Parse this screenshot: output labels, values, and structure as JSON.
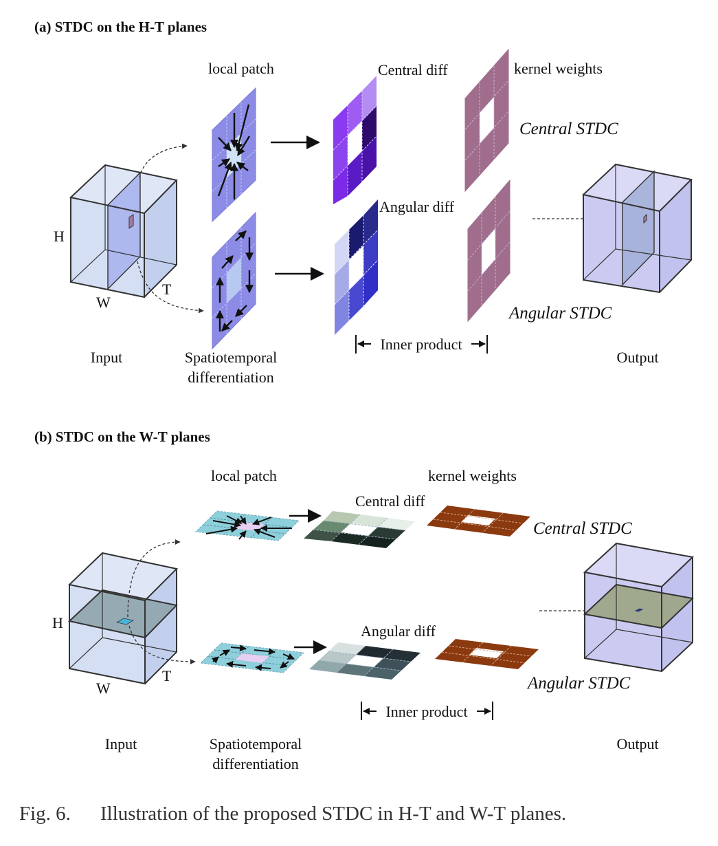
{
  "panel_a": {
    "heading": "(a) STDC on the H-T planes",
    "local_patch": "local patch",
    "central_diff": "Central diff",
    "kernel_weights": "kernel weights",
    "central_stdc": "Central STDC",
    "angular_diff": "Angular diff",
    "angular_stdc": "Angular STDC",
    "inner_product": "Inner product",
    "input": "Input",
    "spatiotemporal_line1": "Spatiotemporal",
    "spatiotemporal_line2": "differentiation",
    "output": "Output",
    "axis_h": "H",
    "axis_w": "W",
    "axis_t": "T"
  },
  "panel_b": {
    "heading": "(b) STDC on the W-T planes",
    "local_patch": "local patch",
    "kernel_weights": "kernel weights",
    "central_diff": "Central diff",
    "central_stdc": "Central STDC",
    "angular_diff": "Angular diff",
    "angular_stdc": "Angular STDC",
    "inner_product": "Inner product",
    "input": "Input",
    "spatiotemporal_line1": "Spatiotemporal",
    "spatiotemporal_line2": "differentiation",
    "output": "Output",
    "axis_h": "H",
    "axis_w": "W",
    "axis_t": "T"
  },
  "caption": {
    "number": "Fig. 6.",
    "text": "Illustration of the proposed STDC in H-T and W-T planes."
  },
  "colors": {
    "cube_fill_a": "#cdd9f2",
    "output_cube_fill": "#cbcbf2",
    "patch_purple": "#8c8ce6",
    "patch_center_light": "#b7c9f0",
    "kernel_mauve": "#a06e8c",
    "kernel_brown": "#8b3a10",
    "patch_teal": "#8ecfdc",
    "patch_pink": "#e6cff0",
    "slice_gray": "#8fa4ac",
    "slice_olive": "#9da588"
  }
}
